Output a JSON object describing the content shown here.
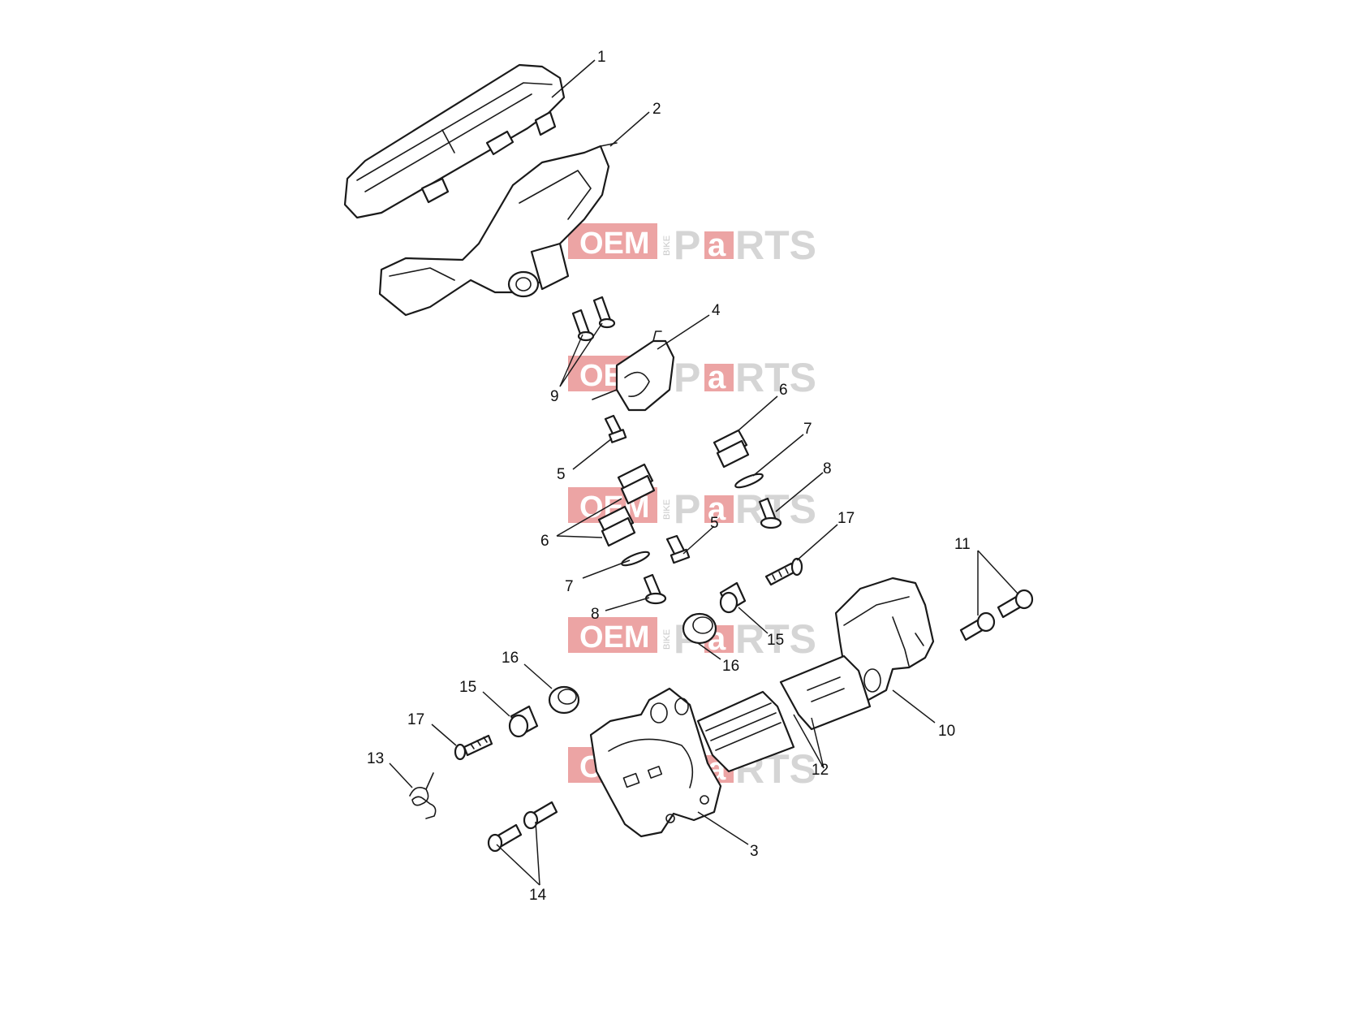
{
  "watermark": {
    "oem": "OEM",
    "bike": "BIKE",
    "parts_p": "P",
    "parts_a": "a",
    "parts_rest": "RTS",
    "accent": "#dc5a5a"
  },
  "callouts": {
    "c1": "1",
    "c2": "2",
    "c3": "3",
    "c4": "4",
    "c5a": "5",
    "c5b": "5",
    "c6a": "6",
    "c6b": "6",
    "c7a": "7",
    "c7b": "7",
    "c8a": "8",
    "c8b": "8",
    "c9": "9",
    "c10": "10",
    "c11": "11",
    "c12": "12",
    "c13": "13",
    "c14": "14",
    "c15a": "15",
    "c15b": "15",
    "c16a": "16",
    "c16b": "16",
    "c17a": "17",
    "c17b": "17"
  }
}
